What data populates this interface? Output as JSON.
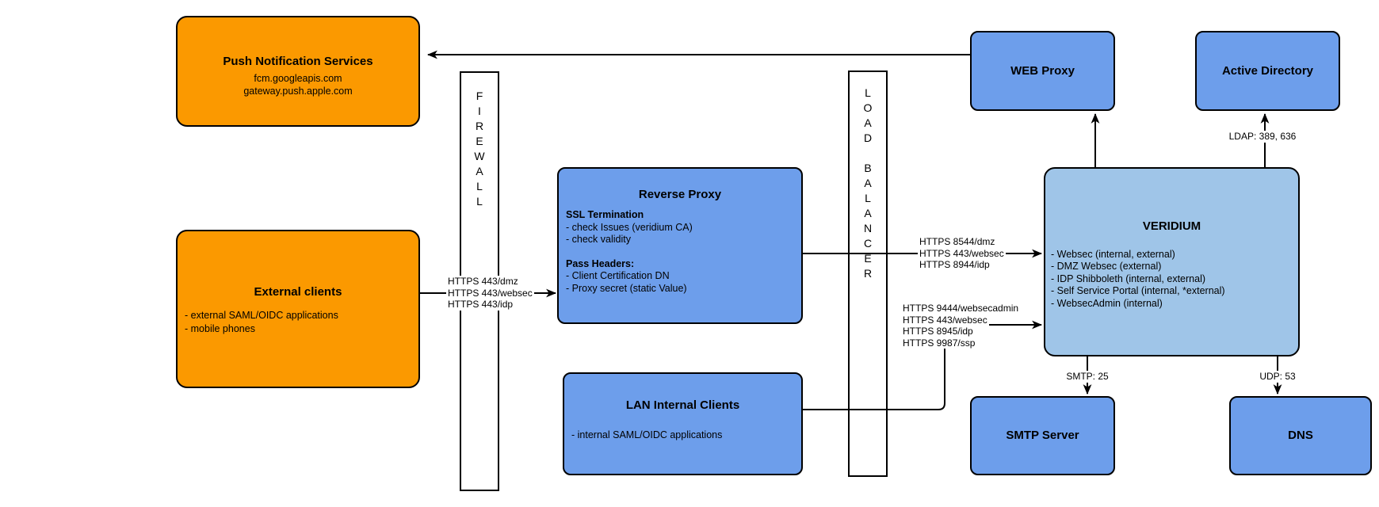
{
  "colors": {
    "orange": "#FB9900",
    "blue": "#6D9EEB",
    "light_blue": "#9FC5E8",
    "line": "#000000"
  },
  "nodes": {
    "push_notification": {
      "title": "Push Notification Services",
      "lines": [
        "fcm.googleapis.com",
        "gateway.push.apple.com"
      ]
    },
    "external_clients": {
      "title": "External clients",
      "items": [
        "- external SAML/OIDC applications",
        "- mobile phones"
      ]
    },
    "firewall": {
      "label": "FIREWALL"
    },
    "reverse_proxy": {
      "title": "Reverse Proxy",
      "sections": [
        {
          "heading": "SSL Termination",
          "items": [
            "- check Issues (veridium CA)",
            "- check validity"
          ]
        },
        {
          "heading": "Pass Headers:",
          "items": [
            "- Client Certification DN",
            "- Proxy secret (static Value)"
          ]
        }
      ]
    },
    "load_balancer": {
      "label": "LOAD BALANCER"
    },
    "lan_internal_clients": {
      "title": "LAN Internal Clients",
      "items": [
        "- internal SAML/OIDC applications"
      ]
    },
    "web_proxy": {
      "title": "WEB Proxy"
    },
    "active_directory": {
      "title": "Active Directory"
    },
    "veridium": {
      "title": "VERIDIUM",
      "items": [
        "- Websec (internal, external)",
        "- DMZ Websec (external)",
        "- IDP Shibboleth (internal, external)",
        "- Self Service Portal (internal, *external)",
        "- WebsecAdmin (internal)"
      ]
    },
    "smtp_server": {
      "title": "SMTP Server"
    },
    "dns": {
      "title": "DNS"
    }
  },
  "edge_labels": {
    "client_to_proxy": [
      "HTTPS 443/dmz",
      "HTTPS 443/websec",
      "HTTPS 443/idp"
    ],
    "proxy_to_veridium": [
      "HTTPS 8544/dmz",
      "HTTPS 443/websec",
      "HTTPS 8944/idp"
    ],
    "lan_to_veridium": [
      "HTTPS 9444/websecadmin",
      "HTTPS 443/websec",
      "HTTPS 8945/idp",
      "HTTPS 9987/ssp"
    ],
    "ldap": "LDAP: 389, 636",
    "smtp": "SMTP: 25",
    "udp": "UDP: 53"
  }
}
